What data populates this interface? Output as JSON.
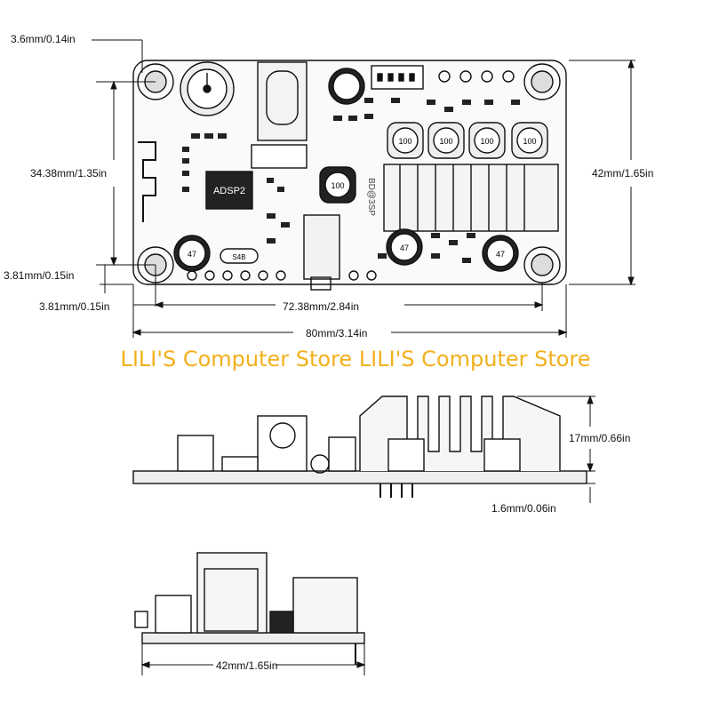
{
  "dimensions": {
    "hole_diameter": "3.6mm/0.14in",
    "hole_span_vertical": "34.38mm/1.35in",
    "board_height": "42mm/1.65in",
    "hole_offset_y": "3.81mm/0.15in",
    "hole_offset_x": "3.81mm/0.15in",
    "hole_span_horizontal": "72.38mm/2.84in",
    "board_width": "80mm/3.14in",
    "side_height": "17mm/0.66in",
    "pcb_thickness": "1.6mm/0.06in",
    "end_width": "42mm/1.65in"
  },
  "watermark": "LILI'S Computer Store LILI'S Computer Store",
  "board": {
    "chip_label": "ADSP2",
    "inductor_value": "100",
    "brand_label": "BD@3SP",
    "capacitor_text": "47",
    "connector_label": "S4B"
  },
  "colors": {
    "watermark": "#f2b01c",
    "line": "#111111"
  }
}
